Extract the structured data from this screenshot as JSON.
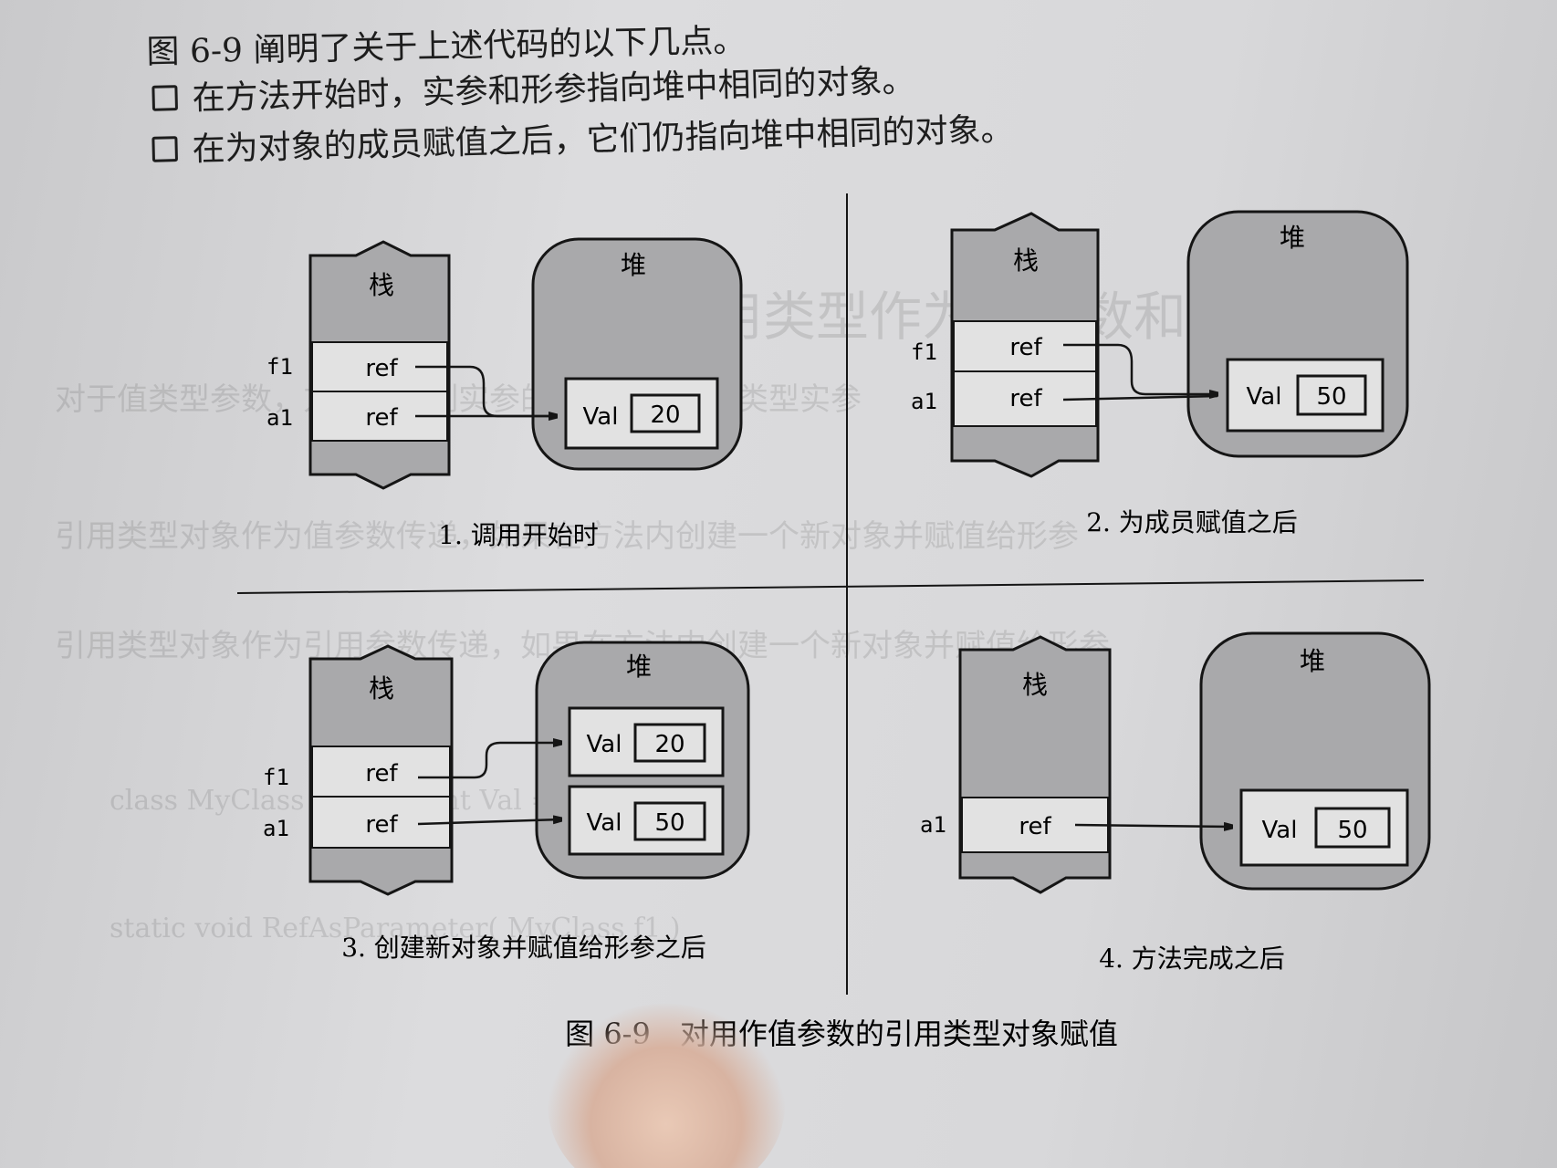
{
  "intro": {
    "line1": "图 6-9 阐明了关于上述代码的以下几点。",
    "bullets": [
      "在方法开始时，实参和形参指向堆中相同的对象。",
      "在为对象的成员赋值之后，它们仍指向堆中相同的对象。"
    ]
  },
  "labels": {
    "stack": "栈",
    "heap": "堆",
    "ref": "ref",
    "val": "Val",
    "f1": "f1",
    "a1": "a1"
  },
  "panels": [
    {
      "caption": "1. 调用开始时",
      "objects": [
        "20"
      ]
    },
    {
      "caption": "2. 为成员赋值之后",
      "objects": [
        "50"
      ]
    },
    {
      "caption": "3. 创建新对象并赋值给形参之后",
      "objects": [
        "20",
        "50"
      ]
    },
    {
      "caption": "4. 方法完成之后",
      "objects": [
        "50"
      ]
    }
  ],
  "figure_caption": "图 6-9　对用作值参数的引用类型对象赋值",
  "colors": {
    "stack_fill": "#a9a9ab",
    "heap_fill": "#a9a9ab",
    "slot_fill": "#e2e2e2",
    "line": "#151515"
  }
}
